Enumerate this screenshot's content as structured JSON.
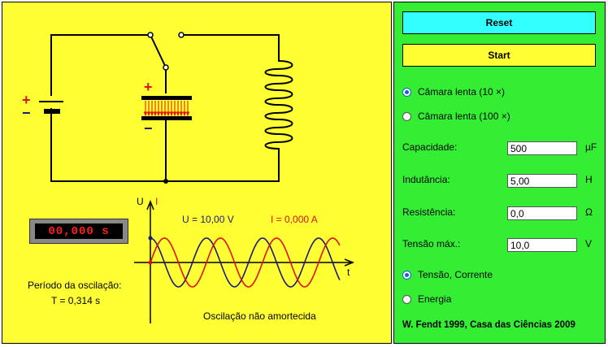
{
  "controls": {
    "reset_label": "Reset",
    "start_label": "Start",
    "slowmo_10_label": "Câmara lenta (10 ×)",
    "slowmo_100_label": "Câmara lenta (100 ×)",
    "capacity_label": "Capacidade:",
    "capacity_value": "500",
    "capacity_unit": "µF",
    "inductance_label": "Indutância:",
    "inductance_value": "5,00",
    "inductance_unit": "H",
    "resistance_label": "Resistência:",
    "resistance_value": "0,0",
    "resistance_unit": "Ω",
    "voltage_label": "Tensão máx.:",
    "voltage_value": "10,0",
    "voltage_unit": "V",
    "mode_voltage_current_label": "Tensão, Corrente",
    "mode_energy_label": "Energia",
    "credit": "W. Fendt 1999,  Casa das Ciências 2009"
  },
  "simulation": {
    "timer_display": "00,000 s",
    "period_label": "Período da oscilação:",
    "period_value": "T = 0,314 s",
    "graph_axis_u": "U",
    "graph_axis_i": "I",
    "graph_axis_t": "t",
    "voltage_readout": "U = 10,00 V",
    "current_readout": "I = 0,000 A",
    "damping_label": "Oscilação não amortecida",
    "plus_sign": "+",
    "minus_sign": "−"
  },
  "colors": {
    "stage_bg": "#ffff33",
    "panel_bg": "#33ee33",
    "voltage_curve": "#1a1a7a",
    "current_curve": "#e01010",
    "reset_bg": "#33ffff"
  }
}
